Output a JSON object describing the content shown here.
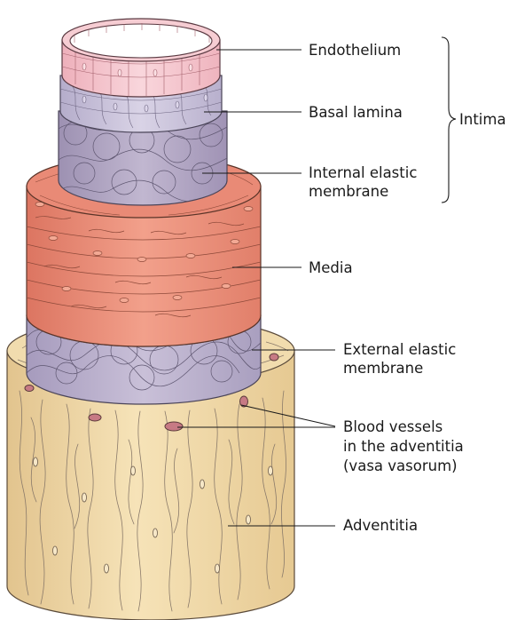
{
  "labels": {
    "endothelium": "Endothelium",
    "basal_lamina": "Basal lamina",
    "internal_elastic_1": "Internal elastic",
    "internal_elastic_2": "membrane",
    "intima": "Intima",
    "media": "Media",
    "external_elastic_1": "External elastic",
    "external_elastic_2": "membrane",
    "blood_vessels_1": "Blood vessels",
    "blood_vessels_2": "in the adventitia",
    "blood_vessels_3": "(vasa vasorum)",
    "adventitia": "Adventitia"
  },
  "colors": {
    "endothelium": "#f4c3cb",
    "basal_lamina": "#c9c2da",
    "internal_elastic": "#b3a7c4",
    "media": "#e98b78",
    "external_elastic": "#b9aecb",
    "adventitia": "#f0d9a8",
    "vessel": "#c77a84"
  }
}
